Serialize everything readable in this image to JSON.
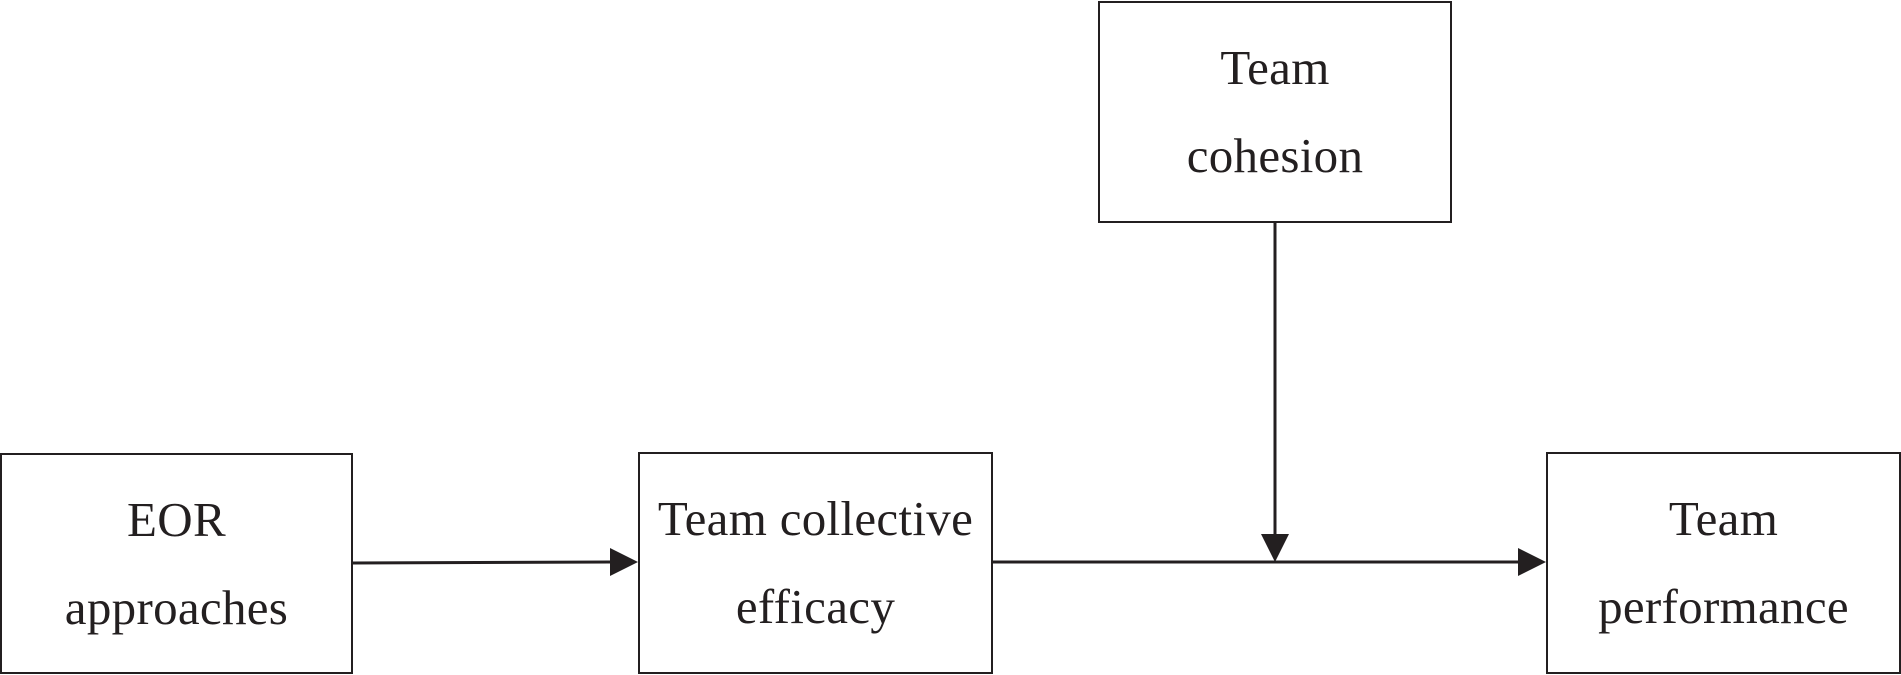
{
  "nodes": {
    "eor": {
      "label": "EOR\napproaches"
    },
    "collective_efficacy": {
      "label": "Team collective\nefficacy"
    },
    "performance": {
      "label": "Team\nperformance"
    },
    "cohesion": {
      "label": "Team\ncohesion"
    }
  },
  "edges": [
    {
      "from": "EOR approaches",
      "to": "Team collective efficacy"
    },
    {
      "from": "Team collective efficacy",
      "to": "Team performance"
    },
    {
      "from": "Team cohesion",
      "to": "Team collective efficacy → Team performance path"
    }
  ],
  "colors": {
    "stroke": "#231f20",
    "background": "#ffffff"
  }
}
